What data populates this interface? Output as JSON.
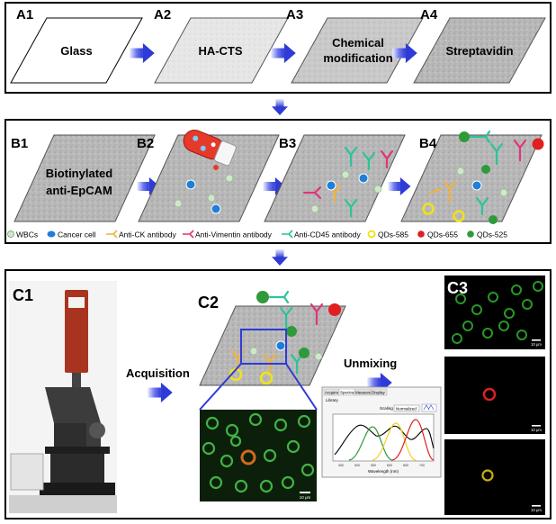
{
  "panel_a": {
    "steps": [
      {
        "id": "A1",
        "text": "Glass"
      },
      {
        "id": "A2",
        "text": "HA-CTS"
      },
      {
        "id": "A3",
        "line1": "Chemical",
        "line2": "modification"
      },
      {
        "id": "A4",
        "text": "Streptavidin"
      }
    ]
  },
  "panel_b": {
    "steps": [
      {
        "id": "B1",
        "line1": "Biotinylated",
        "line2": "anti-EpCAM"
      },
      {
        "id": "B2"
      },
      {
        "id": "B3"
      },
      {
        "id": "B4"
      }
    ],
    "legend": [
      {
        "label": "WBCs",
        "icon": "wbc-icon",
        "color": "#cfe8c8"
      },
      {
        "label": "Cancer cell",
        "icon": "cancer-cell-icon",
        "color": "#1f7fd8"
      },
      {
        "label": "Anti-CK antibody",
        "icon": "anti-ck-antibody-icon",
        "color": "#f2b13c"
      },
      {
        "label": "Anti-Vimentin antibody",
        "icon": "anti-vimentin-antibody-icon",
        "color": "#e0357a"
      },
      {
        "label": "Anti-CD45 antibody",
        "icon": "anti-cd45-antibody-icon",
        "color": "#2cc39a"
      },
      {
        "label": "QDs-585",
        "icon": "qd585-icon",
        "color": "#f2e21a"
      },
      {
        "label": "QDs-655",
        "icon": "qd655-icon",
        "color": "#e02020"
      },
      {
        "label": "QDs-525",
        "icon": "qd525-icon",
        "color": "#2f9a3a"
      }
    ]
  },
  "panel_c": {
    "c1_label": "C1",
    "c2_label": "C2",
    "c3_label": "C3",
    "acquisition_label": "Acquisition",
    "unmixing_label": "Unmixing",
    "scale_bar": "10 μm",
    "spectra_window": {
      "tabs": [
        "Acquire",
        "Spectra",
        "Measure",
        "Display"
      ],
      "library": "Library",
      "scaling_label": "Scaling",
      "scaling_value": "Normalized",
      "x_axis_label": "Wavelength (nm)",
      "x_ticks": [
        "450",
        "500",
        "550",
        "600",
        "650",
        "700"
      ]
    }
  },
  "colors": {
    "arrow_blue": "#2f3bd6",
    "glass_gray": "#b5b5b5",
    "qd_green": "#2f9a3a",
    "qd_red": "#e02020",
    "qd_yellow": "#f2e21a"
  }
}
